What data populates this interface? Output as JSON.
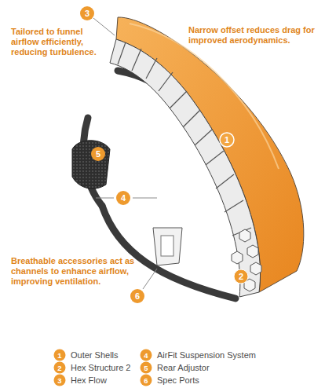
{
  "diagram": {
    "labels": [
      "3",
      "Tailored to funnel airflow efficiently, reducing turbulence.",
      "Narrow offset reduces drag for improved aerodynamics.",
      "1",
      "5",
      "4",
      "2",
      "Breathable accessories act as channels to enhance airflow, improving ventilation.",
      "6",
      "1",
      "2",
      "3",
      "4",
      "5",
      "6"
    ],
    "legend": [
      {
        "text": "Outer Shells"
      },
      {
        "text": "Hex Structure 2"
      },
      {
        "text": "Hex Flow"
      },
      {
        "text": "AirFit Suspension System"
      },
      {
        "text": "Rear Adjustor"
      },
      {
        "text": "Spec Ports"
      }
    ]
  }
}
